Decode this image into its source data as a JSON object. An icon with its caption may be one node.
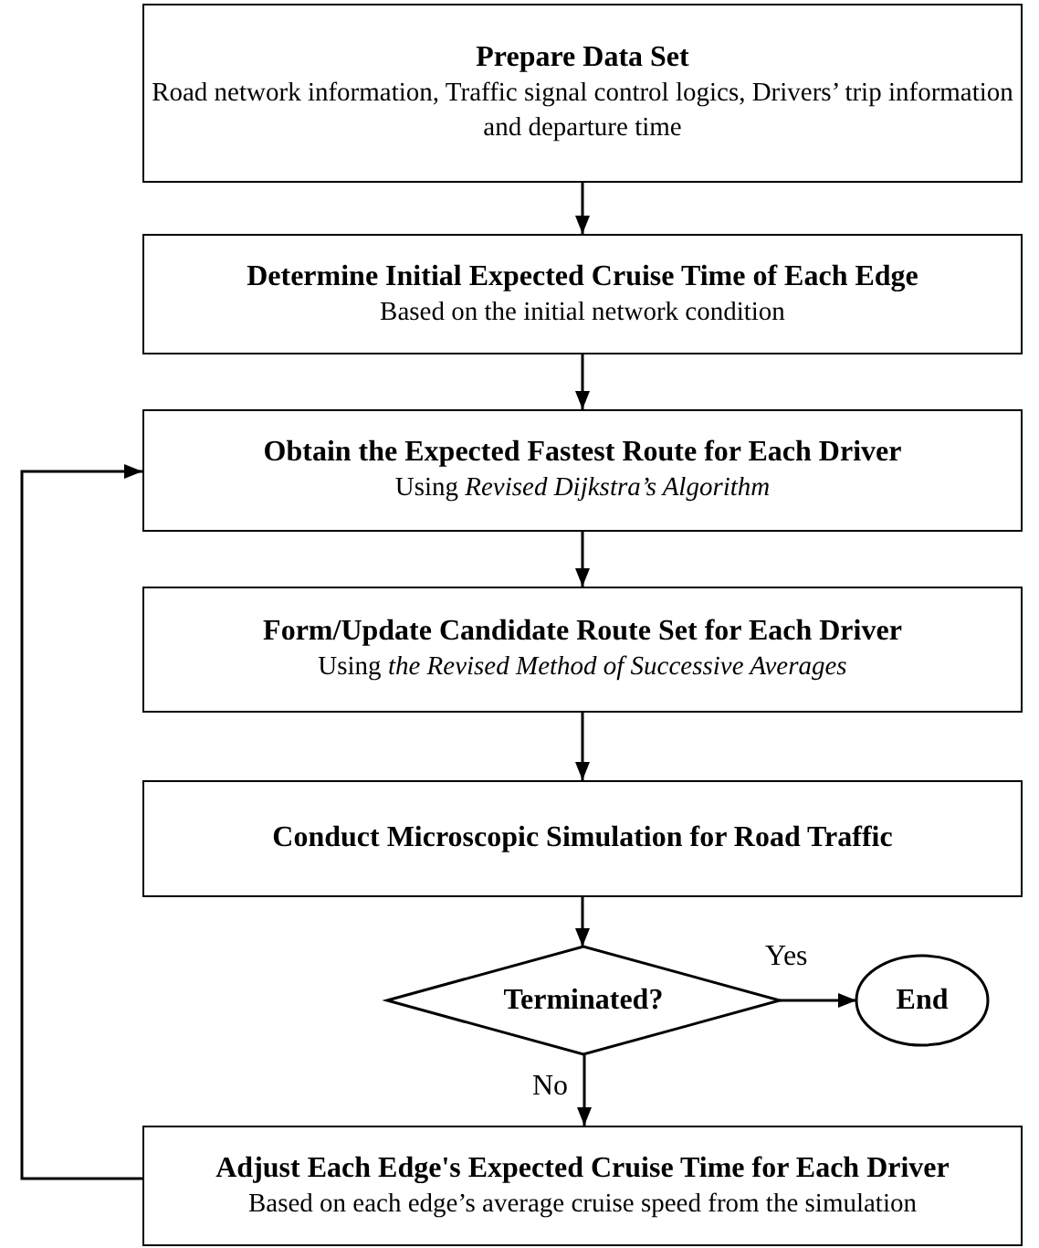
{
  "diagram": {
    "nodes": [
      {
        "text": [
          "Prepare Data Set",
          "Road network information, Traffic signal control logics, Drivers’ trip information and departure time"
        ]
      },
      {
        "text": [
          "Determine Initial Expected Cruise Time of Each Edge",
          "Based on the initial network condition"
        ]
      },
      {
        "text": [
          "Obtain the Expected Fastest Route for Each Driver",
          "Using *Revised Dijkstra’s Algorithm*"
        ]
      },
      {
        "text": [
          "Form/Update Candidate Route Set for Each Driver",
          "Using *the Revised Method of Successive Averages*"
        ]
      },
      {
        "text": [
          "Conduct Microscopic Simulation for Road Traffic"
        ]
      },
      {
        "text": [
          "Terminated?"
        ]
      },
      {
        "text": [
          "End"
        ]
      },
      {
        "text": [
          "Adjust Each Edge's Expected Cruise Time for Each Driver",
          "Based on each edge’s average cruise speed from the simulation"
        ]
      }
    ],
    "edges": [
      {
        "from": 0,
        "to": 1,
        "arrow": "to"
      },
      {
        "from": 1,
        "to": 2,
        "arrow": "to"
      },
      {
        "from": 2,
        "to": 3,
        "arrow": "to"
      },
      {
        "from": 3,
        "to": 4,
        "arrow": "to"
      },
      {
        "from": 4,
        "to": 5,
        "arrow": "to"
      },
      {
        "from": 5,
        "to": 6,
        "arrow": "to",
        "label": "Yes"
      },
      {
        "from": 5,
        "to": 7,
        "arrow": "to",
        "label": "No"
      },
      {
        "from": 7,
        "to": 2,
        "arrow": "to"
      }
    ]
  }
}
